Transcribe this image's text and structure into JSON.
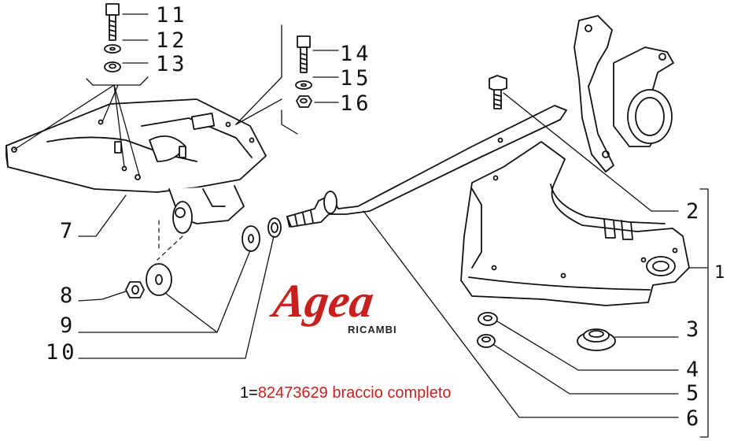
{
  "part_numbers": {
    "n1": "1",
    "n2": "2",
    "n3": "3",
    "n4": "4",
    "n5": "5",
    "n6": "6",
    "n7": "7",
    "n8": "8",
    "n9": "9",
    "n10": "10",
    "n11": "11",
    "n12": "12",
    "n13": "13",
    "n14": "14",
    "n15": "15",
    "n16": "16"
  },
  "caption": {
    "prefix": "1=",
    "code": "82473629  braccio completo"
  },
  "logo": {
    "name": "Agea",
    "sub": "RICAMBI",
    "color": "#c8201e"
  }
}
